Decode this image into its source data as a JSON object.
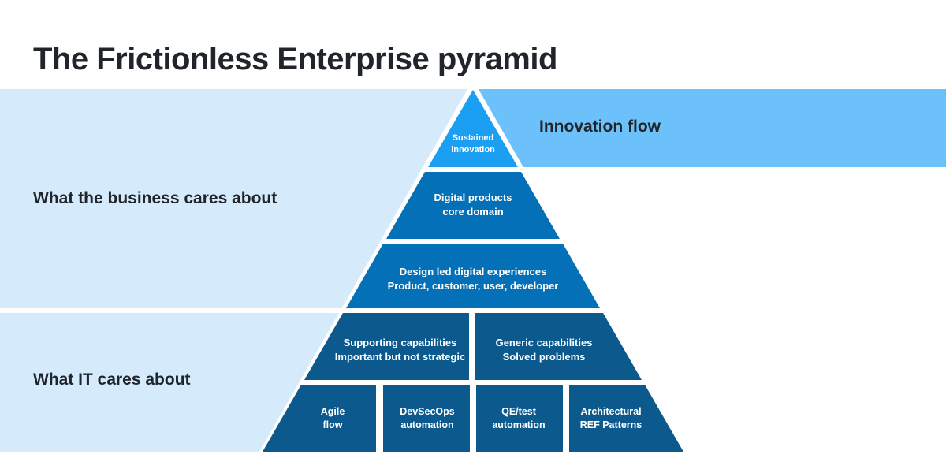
{
  "header": {
    "title": "The Frictionless Enterprise pyramid"
  },
  "bands": {
    "business": {
      "label": "What the business cares about"
    },
    "it": {
      "label": "What IT cares about"
    },
    "innovation": {
      "label": "Innovation flow"
    }
  },
  "pyramid": {
    "row1": {
      "line1": "Sustained",
      "line2": "innovation"
    },
    "row2": {
      "line1": "Digital products",
      "line2": "core domain"
    },
    "row3": {
      "line1": "Design led digital experiences",
      "line2": "Product, customer, user, developer"
    },
    "row4a": {
      "line1": "Supporting capabilities",
      "line2": "Important but not strategic"
    },
    "row4b": {
      "line1": "Generic capabilities",
      "line2": "Solved problems"
    },
    "row5a": {
      "line1": "Agile",
      "line2": "flow"
    },
    "row5b": {
      "line1": "DevSecOps",
      "line2": "automation"
    },
    "row5c": {
      "line1": "QE/test",
      "line2": "automation"
    },
    "row5d": {
      "line1": "Architectural",
      "line2": "REF Patterns"
    }
  },
  "colors": {
    "band-light": "#d5ebfc",
    "band-innovation": "#6cc1fa",
    "level-top": "#1b9ff2",
    "level-mid": "#0370b8",
    "level-deep": "#0c5a8d",
    "text-dark": "#20242b",
    "text-light": "#ffffff"
  }
}
